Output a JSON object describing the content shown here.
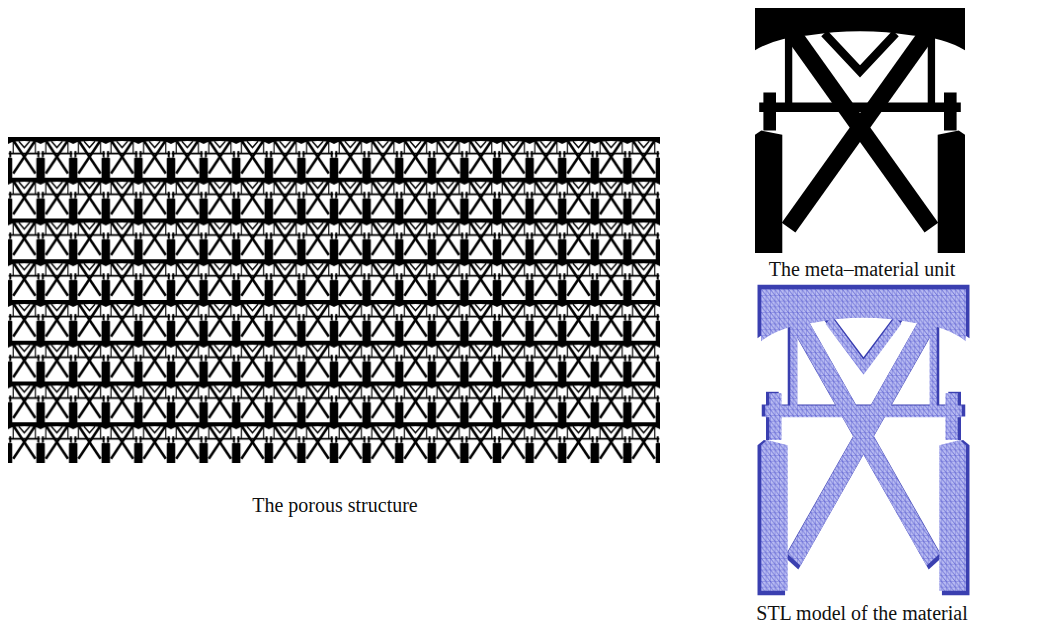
{
  "diagram": {
    "labels": [
      "The porous structure",
      "The meta–material unit",
      "STL model of the material"
    ]
  }
}
